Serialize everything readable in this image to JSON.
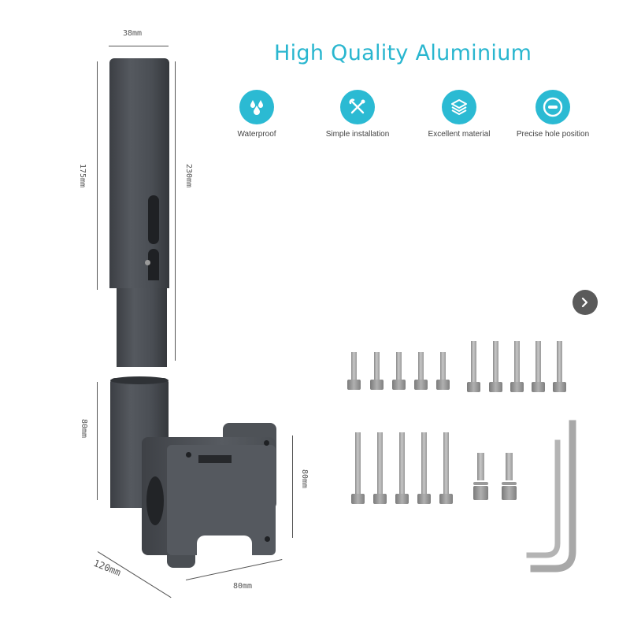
{
  "headline": "High Quality Aluminium",
  "accent_color": "#2bbad3",
  "features": [
    {
      "label": "Waterproof",
      "icon": "water-drops-icon"
    },
    {
      "label": "Simple installation",
      "icon": "wrench-screwdriver-icon"
    },
    {
      "label": "Excellent material",
      "icon": "layers-icon"
    },
    {
      "label": "Precise hole position",
      "icon": "hole-icon"
    }
  ],
  "dimensions": {
    "tube_diameter": "38mm",
    "tube_inner_length": "175mm",
    "tube_total_length": "230mm",
    "base_height": "80mm",
    "clamp_height": "80mm",
    "base_depth": "120mm",
    "base_width": "80mm"
  },
  "hardware": {
    "short_bolts_row1": 5,
    "long_bolts_row1": 5,
    "long_bolts_row2": 5,
    "washer_bolts": 2,
    "hex_keys": 2
  },
  "navigation": {
    "next_icon": "chevron-right-icon"
  }
}
